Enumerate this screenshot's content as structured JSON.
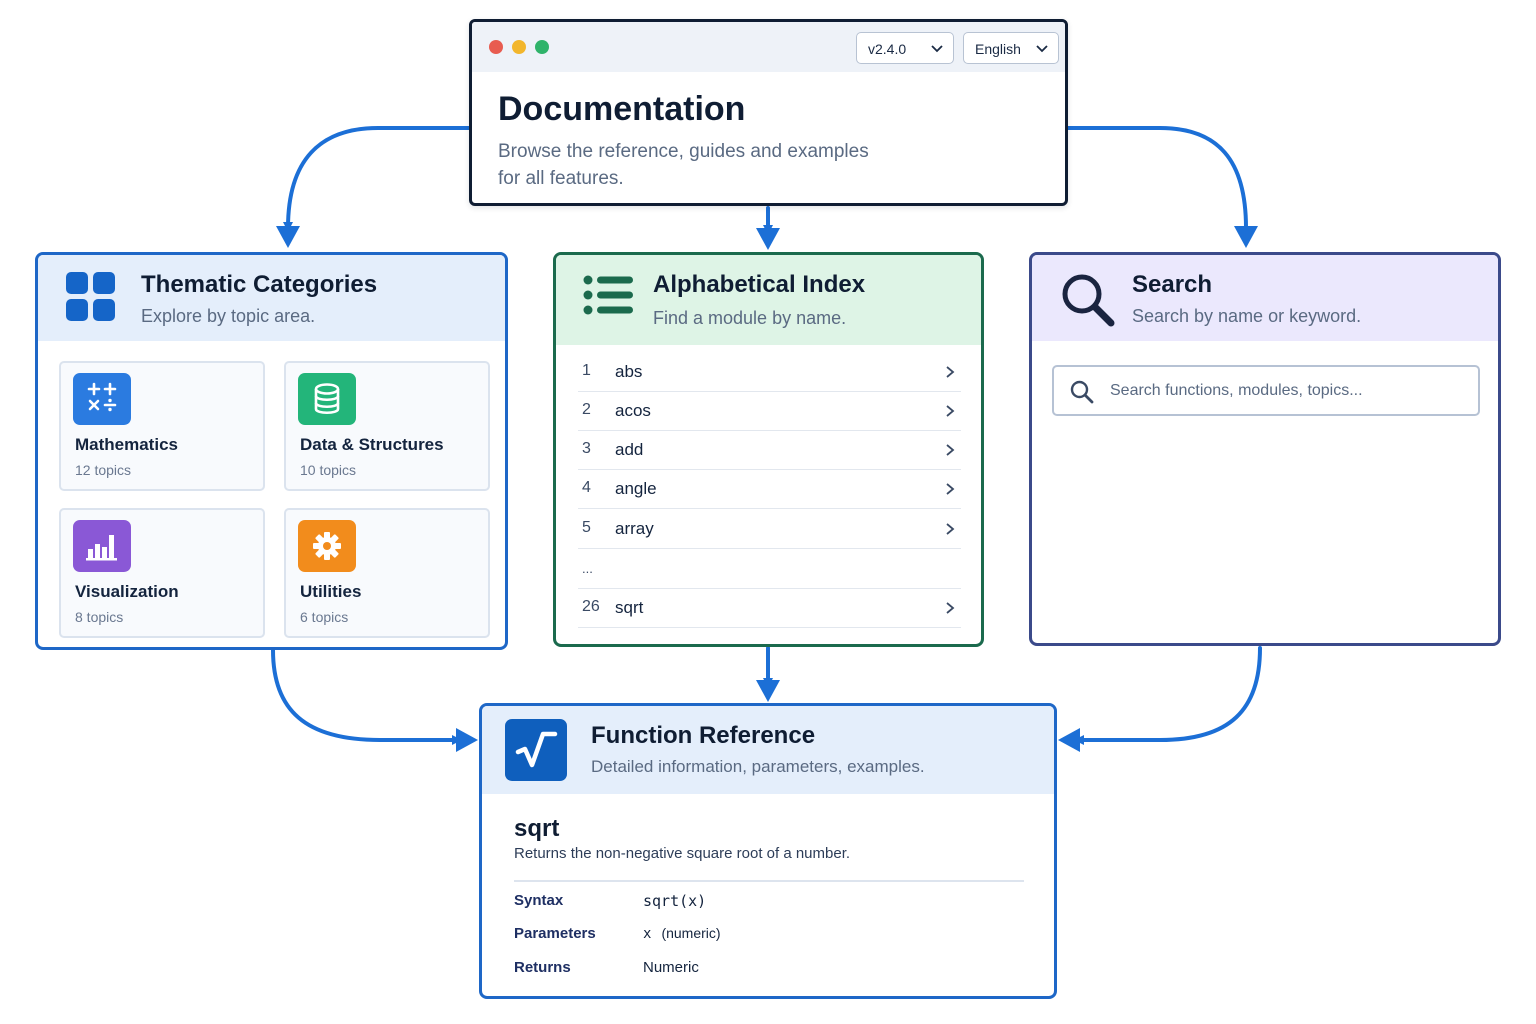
{
  "colors": {
    "connector": "#1c6fd6",
    "doc_border": "#0f1d33",
    "categories_accent": "#1565c8",
    "index_accent": "#1b6a4d",
    "search_accent": "#3b4a8a",
    "reference_accent": "#0f5fbd"
  },
  "documentation": {
    "title": "Documentation",
    "subtitle_line1": "Browse the reference, guides and examples",
    "subtitle_line2": "for all features.",
    "version": "v2.4.0",
    "language": "English"
  },
  "categories": {
    "title": "Thematic Categories",
    "subtitle": "Explore by topic area.",
    "icon": "grid-icon",
    "tiles": [
      {
        "name": "Mathematics",
        "count": "12 topics",
        "icon": "math-operators-icon",
        "color": "#2b7be0"
      },
      {
        "name": "Data & Structures",
        "count": "10 topics",
        "icon": "database-icon",
        "color": "#23b57a"
      },
      {
        "name": "Visualization",
        "count": "8 topics",
        "icon": "bar-chart-icon",
        "color": "#8a58d6"
      },
      {
        "name": "Utilities",
        "count": "6 topics",
        "icon": "gear-icon",
        "color": "#f28c1c"
      }
    ]
  },
  "index": {
    "title": "Alphabetical Index",
    "subtitle": "Find a module by name.",
    "icon": "list-icon",
    "rows": [
      {
        "num": "1",
        "term": "abs"
      },
      {
        "num": "2",
        "term": "acos"
      },
      {
        "num": "3",
        "term": "add"
      },
      {
        "num": "4",
        "term": "angle"
      },
      {
        "num": "5",
        "term": "array"
      },
      {
        "num": "...",
        "term": ""
      },
      {
        "num": "26",
        "term": "sqrt"
      }
    ]
  },
  "search": {
    "title": "Search",
    "subtitle": "Search by name or keyword.",
    "icon": "magnifier-icon",
    "placeholder": "Search functions, modules, topics..."
  },
  "reference": {
    "title": "Function Reference",
    "subtitle": "Detailed information, parameters, examples.",
    "icon": "square-root-icon",
    "function_name": "sqrt",
    "description": "Returns the non-negative square root of a number.",
    "syntax_label": "Syntax",
    "syntax_value": "sqrt(x)",
    "parameters_label": "Parameters",
    "parameter_name": "x",
    "parameter_type": "(numeric)",
    "returns_label": "Returns",
    "returns_value": "Numeric"
  }
}
